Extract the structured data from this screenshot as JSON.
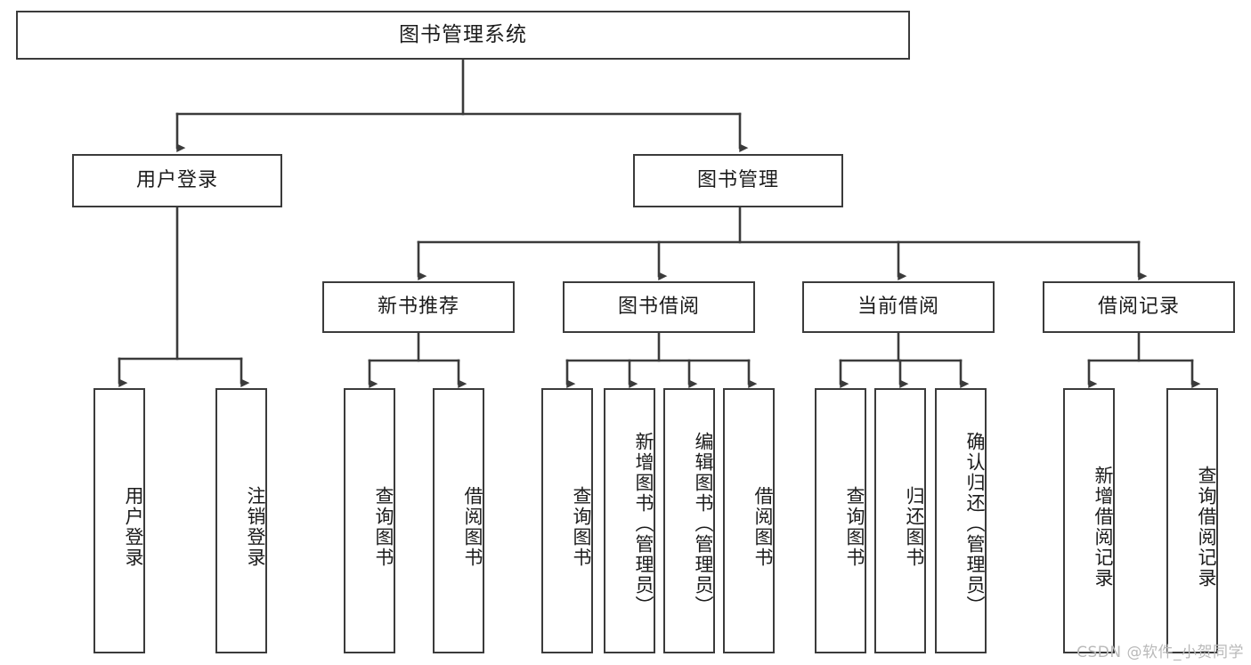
{
  "diagram": {
    "title": "图书管理系统",
    "watermark": "CSDN @软件_小贺同学",
    "colors": {
      "stroke": "#3b3b3b",
      "box_fill": "#ffffff",
      "text": "#1c1c1c",
      "watermark": "#b9b9b9",
      "background": "#ffffff"
    },
    "levels": {
      "root": "图书管理系统",
      "level2": [
        "用户登录",
        "图书管理"
      ],
      "level3": [
        "新书推荐",
        "图书借阅",
        "当前借阅",
        "借阅记录"
      ]
    },
    "nodes": {
      "root": {
        "label": "图书管理系统"
      },
      "user_login": {
        "label": "用户登录"
      },
      "book_manage": {
        "label": "图书管理"
      },
      "new_book_rec": {
        "label": "新书推荐"
      },
      "book_borrow": {
        "label": "图书借阅"
      },
      "current_borrow": {
        "label": "当前借阅"
      },
      "borrow_record": {
        "label": "借阅记录"
      },
      "leaf_user_login": {
        "label": "用户登录"
      },
      "leaf_user_logout": {
        "label": "注销登录"
      },
      "leaf_query_book_1": {
        "label": "查询图书"
      },
      "leaf_borrow_book_1": {
        "label": "借阅图书"
      },
      "leaf_query_book_2": {
        "label": "查询图书"
      },
      "leaf_add_book": {
        "label": "新增图书（管理员）"
      },
      "leaf_edit_book": {
        "label": "编辑图书（管理员）"
      },
      "leaf_borrow_book_2": {
        "label": "借阅图书"
      },
      "leaf_query_book_3": {
        "label": "查询图书"
      },
      "leaf_return_book": {
        "label": "归还图书"
      },
      "leaf_confirm_return": {
        "label": "确认归还（管理员）"
      },
      "leaf_add_record": {
        "label": "新增借阅记录"
      },
      "leaf_query_record": {
        "label": "查询借阅记录"
      }
    },
    "tree": {
      "label": "图书管理系统",
      "children": [
        {
          "label": "用户登录",
          "children": [
            {
              "label": "用户登录"
            },
            {
              "label": "注销登录"
            }
          ]
        },
        {
          "label": "图书管理",
          "children": [
            {
              "label": "新书推荐",
              "children": [
                {
                  "label": "查询图书"
                },
                {
                  "label": "借阅图书"
                }
              ]
            },
            {
              "label": "图书借阅",
              "children": [
                {
                  "label": "查询图书"
                },
                {
                  "label": "新增图书（管理员）"
                },
                {
                  "label": "编辑图书（管理员）"
                },
                {
                  "label": "借阅图书"
                }
              ]
            },
            {
              "label": "当前借阅",
              "children": [
                {
                  "label": "查询图书"
                },
                {
                  "label": "归还图书"
                },
                {
                  "label": "确认归还（管理员）"
                }
              ]
            },
            {
              "label": "借阅记录",
              "children": [
                {
                  "label": "新增借阅记录"
                },
                {
                  "label": "查询借阅记录"
                }
              ]
            }
          ]
        }
      ]
    }
  }
}
